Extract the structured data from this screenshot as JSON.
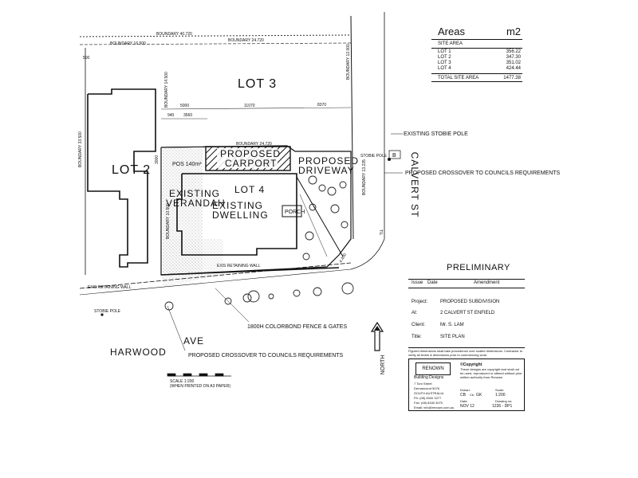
{
  "plan": {
    "lots": {
      "lot_2": "LOT 2",
      "lot_3": "LOT 3",
      "lot_4": "LOT 4"
    },
    "labels": {
      "proposed_carport_1": "PROPOSED",
      "proposed_carport_2": "CARPORT",
      "proposed_driveway_1": "PROPOSED",
      "proposed_driveway_2": "DRIVEWAY",
      "existing_verandah_1": "EXISTING",
      "existing_verandah_2": "VERANDAH",
      "existing_dwelling_1": "EXISTING",
      "existing_dwelling_2": "DWELLING",
      "porch": "PORCH",
      "pos": "POS 140m²",
      "existing_stobie_pole": "EXISTING STOBIE POLE",
      "stobie_pole_right": "STOBIE POLE",
      "stobie_pole_left": "STOBIE POLE",
      "crossover_right": "PROPOSED CROSSOVER TO COUNCILS REQUIREMENTS",
      "crossover_bottom": "PROPOSED CROSSOVER TO COUNCILS REQUIREMENTS",
      "fence": "1800H COLORBOND FENCE & GATES",
      "retaining_wall_1": "EXIS RETAINING WALL",
      "retaining_wall_2": "EXIS RETAINING WALL",
      "street_calvert": "CALVERT ST",
      "street_harwood": "HARWOOD",
      "street_ave": "AVE",
      "north": "NORTH",
      "scale_1": "SCALE 1:200",
      "scale_2": "(WHEN PRINTED ON A3 PAPER)"
    },
    "dimensions": {
      "boundary_top_total": "BOUNDARY 40.720",
      "boundary_top_left": "BOUNDARY 16.500",
      "boundary_top_right": "BOUNDARY 24.720",
      "boundary_lot4_top": "BOUNDARY 24.720",
      "boundary_left": "BOUNDARY 33.500",
      "boundary_mid_left": "BOUNDARY 14.500",
      "boundary_right": "BOUNDARY 12.000",
      "boundary_lot4_right": "BOUNDARY 13.235",
      "boundary_lot4_left": "BOUNDARY 10.500",
      "seg_5000": "5000",
      "seg_11070": "11070",
      "seg_8370": "8370",
      "seg_940": "940",
      "seg_3560": "3560",
      "seg_3000": "3000",
      "seg_500": "500",
      "seg_4400": "4.400",
      "seg_b": "B",
      "seg_tl": "T/L"
    }
  },
  "areas": {
    "title": "Areas",
    "unit": "m2",
    "subheader": "SITE AREA",
    "rows": [
      {
        "label": "LOT 1",
        "value": "356.22"
      },
      {
        "label": "LOT 2",
        "value": "347.30"
      },
      {
        "label": "LOT 3",
        "value": "351.02"
      },
      {
        "label": "LOT 4",
        "value": "424.44"
      }
    ],
    "total_label": "TOTAL SITE AREA",
    "total_value": "1477.38"
  },
  "title_block": {
    "status": "PRELIMINARY",
    "col_issue": "Issue",
    "col_date": "Date",
    "col_amendment": "Amendment",
    "project_label": "Project:",
    "project_value": "PROPOSED SUBDIVISION",
    "at_label": "At:",
    "at_value": "2 CALVERT ST ENFIELD",
    "client_label": "Client:",
    "client_value": "Mr. S. LAM",
    "title_label": "Title:",
    "title_value": "SITE PLAN",
    "note": "Figured dimensions shall take precedence over scaled dimensions. Contractor to verify all levels & dimensions prior to commencing work.",
    "company_logo": "RENOWN",
    "company_name": "Building Designs",
    "address_1": "7 Tom Street",
    "address_2": "Dernancourt 5076",
    "address_3": "SOUTH AUSTRALIA",
    "phone": "Ph: (08) 8340 3277",
    "fax": "Fax: (08) 8340 3070",
    "email": "Email: info@renown.com.au",
    "copyright_title": "©Copyright",
    "copyright_text": "These designs are copyright and shall not be used, reproduced or altered without prior written authority from Renown",
    "drawn_label": "Drawn:",
    "drawn_value": "CB",
    "checked_label": "Ck:",
    "checked_value": "GK",
    "scale_label": "Scale:",
    "scale_value": "1:200",
    "date_label": "Date:",
    "date_value": "NOV 12",
    "drawing_label": "Drawing no:",
    "drawing_value": "1236 - DP1"
  }
}
